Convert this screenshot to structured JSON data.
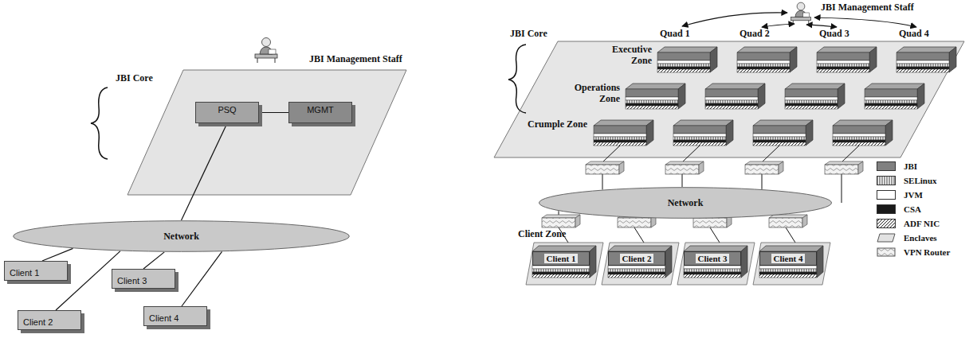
{
  "diagram": {
    "nodes": [
      {
        "text": [
          "PSQ"
        ]
      },
      {
        "text": [
          "MGMT"
        ]
      },
      {
        "text": [
          "Network"
        ]
      },
      {
        "text": [
          "Client 1"
        ]
      },
      {
        "text": [
          "Client 3"
        ]
      },
      {
        "text": [
          "Client 2"
        ]
      },
      {
        "text": [
          "Client 4"
        ]
      },
      {
        "text": [
          "Network"
        ]
      },
      {
        "text": [
          "Client 1"
        ]
      },
      {
        "text": [
          "Client 2"
        ]
      },
      {
        "text": [
          "Client 3"
        ]
      },
      {
        "text": [
          "Client 4"
        ]
      }
    ],
    "edges": [
      {
        "from": 0,
        "to": 1,
        "arrow": "none"
      },
      {
        "from": 0,
        "to": 2,
        "arrow": "none"
      },
      {
        "from": 2,
        "to": 3,
        "arrow": "none"
      },
      {
        "from": 2,
        "to": 4,
        "arrow": "none"
      },
      {
        "from": 2,
        "to": 5,
        "arrow": "none"
      },
      {
        "from": 2,
        "to": 6,
        "arrow": "none"
      }
    ],
    "labels": [
      "JBI Core",
      "JBI Management Staff",
      "JBI Management Staff",
      "Quad 1",
      "Quad 2",
      "Quad 3",
      "Quad 4",
      "JBI Core",
      "Executive Zone",
      "Operations Zone",
      "Crumple Zone",
      "Client Zone"
    ],
    "legend": [
      {
        "text": "JBI",
        "color": "#808080"
      },
      {
        "text": "SELinux"
      },
      {
        "text": "JVM",
        "color": "#ffffff"
      },
      {
        "text": "CSA",
        "color": "#1a1a1a"
      },
      {
        "text": "ADF NIC"
      },
      {
        "text": "Enclaves"
      },
      {
        "text": "VPN Router"
      }
    ]
  }
}
